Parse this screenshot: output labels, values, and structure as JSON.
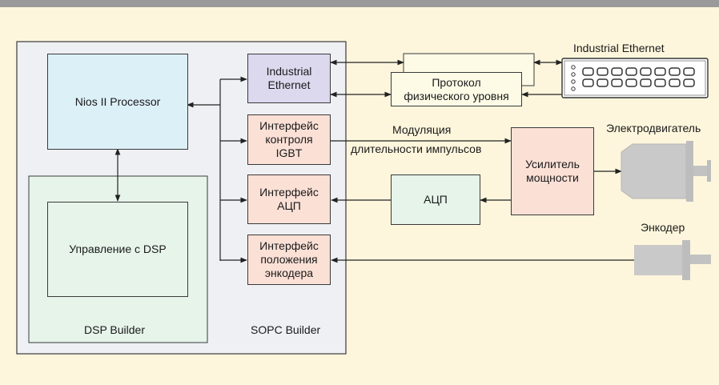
{
  "labels": {
    "nios": "Nios II Processor",
    "dsp_control": "Управление с DSP",
    "dsp_builder": "DSP Builder",
    "sopc_builder": "SOPC Builder",
    "industrial_ethernet_block": "Industrial\nEthernet",
    "igbt_interface": "Интерфейс\nконтроля\nIGBT",
    "adc_interface": "Интерфейс\nАЦП",
    "encoder_interface": "Интерфейс\nположения\nэнкодера",
    "protocol": "Протокол\nфизического уровня",
    "switch_title": "Industrial Ethernet",
    "pwm_line1": "Модуляция",
    "pwm_line2": "длительности импульсов",
    "amplifier": "Усилитель\nмощности",
    "adc": "АЦП",
    "motor": "Электродвигатель",
    "encoder": "Энкодер"
  },
  "colors": {
    "background": "#fdf6dc",
    "sopc_fill": "#eef0f4",
    "nios_fill": "#dcf0f8",
    "dsp_fill": "#e6f4ea",
    "ethernet_fill": "#dcd8ee",
    "interface_fill": "#fbe0d6",
    "protocol_fill": "#fdfbe6",
    "device_gray": "#c8c8c8"
  }
}
